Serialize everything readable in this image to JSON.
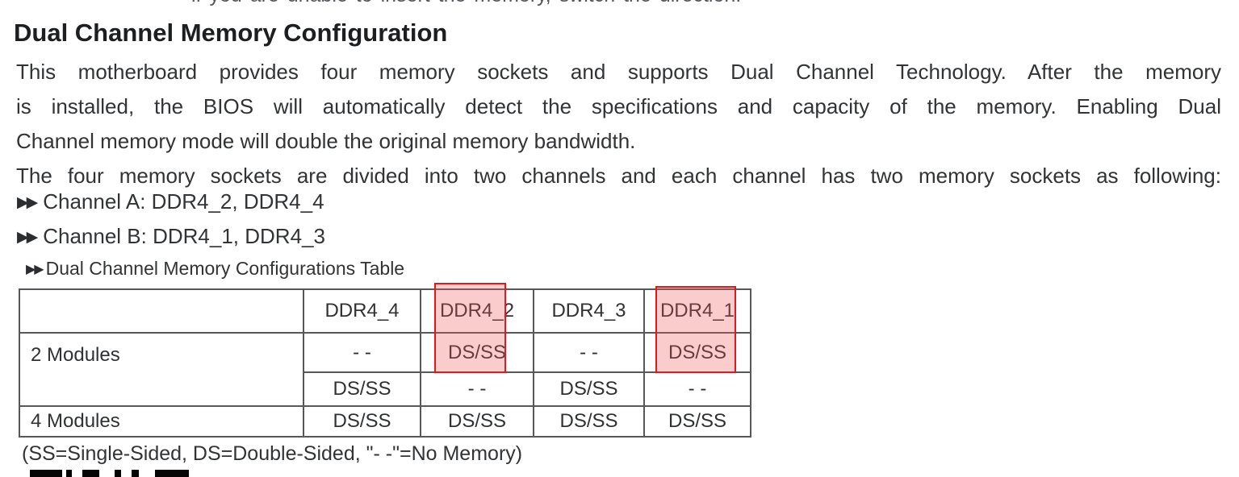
{
  "page": {
    "clipped_note": "if you are unable to insert the memory, switch the direction.",
    "heading": "Dual Channel Memory Configuration",
    "paragraph_lines": [
      "This motherboard provides four memory sockets and supports Dual Channel Technology. After the memory",
      "is installed, the BIOS will automatically detect the specifications and capacity of the memory. Enabling Dual",
      "Channel memory mode will double the original memory bandwidth.",
      "The four memory sockets are divided into two channels and each channel has two memory sockets as following:"
    ],
    "bullets": [
      {
        "marker": "▶▶",
        "text": "Channel A: DDR4_2, DDR4_4"
      },
      {
        "marker": "▶▶",
        "text": "Channel B: DDR4_1, DDR4_3"
      }
    ],
    "table_caption_marker": "▶▶",
    "table_caption": "Dual Channel Memory Configurations Table",
    "footnote": "(SS=Single-Sided, DS=Double-Sided, \"- -\"=No Memory)"
  },
  "table": {
    "columns": [
      "",
      "DDR4_4",
      "DDR4_2",
      "DDR4_3",
      "DDR4_1"
    ],
    "rows": [
      {
        "label": "2 Modules",
        "cells": [
          "- -",
          "DS/SS",
          "- -",
          "DS/SS"
        ]
      },
      {
        "label": "",
        "cells": [
          "DS/SS",
          "- -",
          "DS/SS",
          "- -"
        ]
      },
      {
        "label": "4 Modules",
        "cells": [
          "DS/SS",
          "DS/SS",
          "DS/SS",
          "DS/SS"
        ]
      }
    ],
    "highlighted_columns": [
      "DDR4_2",
      "DDR4_1"
    ],
    "highlight_note": "DDR4_2 and DDR4_1 header cells and their 2-Modules DS/SS cells are highlighted"
  },
  "colors": {
    "highlight_fill": "rgba(240,85,85,0.30)",
    "highlight_border": "#e5161c",
    "table_line": "#57585a",
    "text": "#313335"
  }
}
